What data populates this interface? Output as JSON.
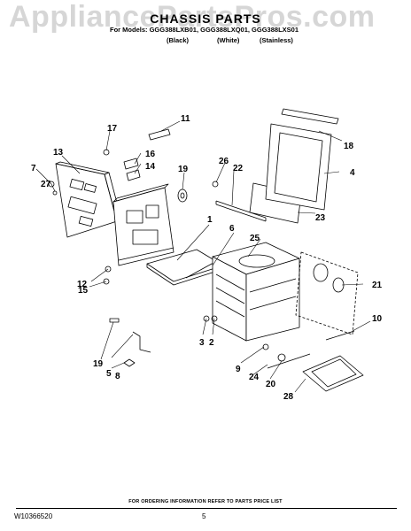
{
  "watermark": "AppliancePartsPros.com",
  "header": {
    "title": "CHASSIS PARTS",
    "models_line": "For Models: GGG388LXB01, GGG388LXQ01, GGG388LXS01",
    "variants": [
      "(Black)",
      "(White)",
      "(Stainless)"
    ]
  },
  "callouts": [
    "1",
    "2",
    "3",
    "4",
    "5",
    "6",
    "7",
    "8",
    "9",
    "10",
    "11",
    "12",
    "13",
    "14",
    "15",
    "16",
    "17",
    "18",
    "19",
    "19",
    "20",
    "21",
    "22",
    "23",
    "24",
    "25",
    "26",
    "27",
    "28"
  ],
  "footer": {
    "note": "FOR ORDERING INFORMATION REFER TO PARTS PRICE LIST",
    "doc_number": "W10366520",
    "page_number": "5"
  },
  "colors": {
    "line": "#000000",
    "watermark": "#d6d6d6"
  }
}
